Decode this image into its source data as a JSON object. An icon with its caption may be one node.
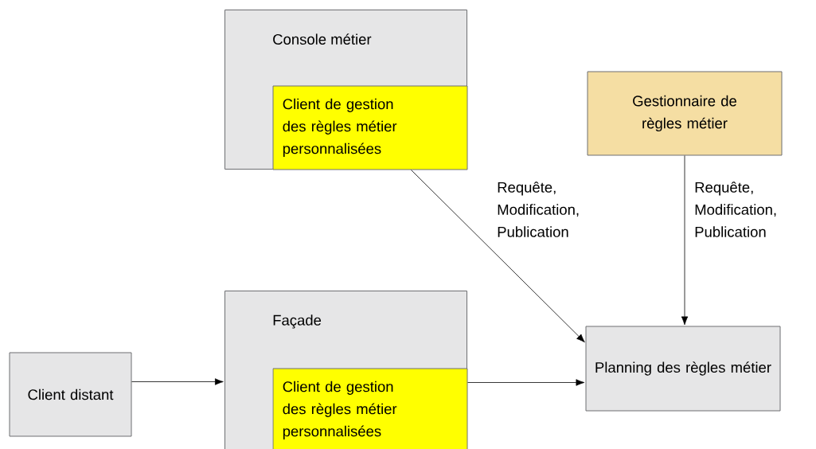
{
  "diagram": {
    "nodes": [
      {
        "text": [
          "Console métier"
        ]
      },
      {
        "text": [
          "Client de gestion des règles métier personnalisées"
        ],
        "in": 0
      },
      {
        "text": [
          "Gestionnaire de règles métier"
        ]
      },
      {
        "text": [
          "Client distant"
        ]
      },
      {
        "text": [
          "Façade"
        ]
      },
      {
        "text": [
          "Client de gestion des règles métier personnalisées"
        ],
        "in": 4
      },
      {
        "text": [
          "Planning des règles métier"
        ]
      }
    ],
    "edges": [
      {
        "from": 1,
        "to": 6,
        "arrow": "to",
        "label": "Requête, Modification, Publication"
      },
      {
        "from": 2,
        "to": 6,
        "arrow": "to",
        "label": "Requête, Modification, Publication"
      },
      {
        "from": 3,
        "to": 4,
        "arrow": "to"
      },
      {
        "from": 5,
        "to": 6,
        "arrow": "to"
      }
    ]
  }
}
